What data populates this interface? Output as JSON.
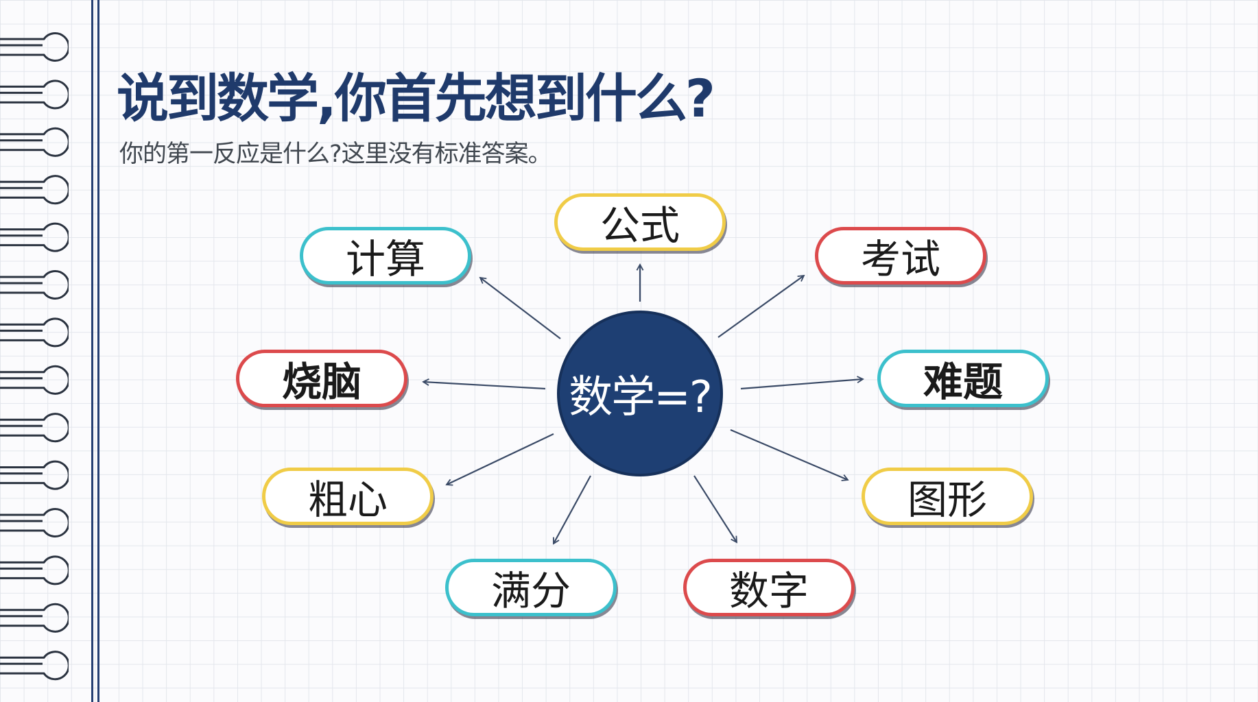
{
  "title": "说到数学,你首先想到什么?",
  "subtitle": "你的第一反应是什么?这里没有标准答案。",
  "center": {
    "label": "数学=?"
  },
  "colors": {
    "cyan": "#3cc0cc",
    "yellow": "#f0cc47",
    "red": "#dc4a4c",
    "navy": "#1e3f73"
  },
  "nodes": [
    {
      "label": "公式",
      "color": "yellow",
      "bold": false
    },
    {
      "label": "计算",
      "color": "cyan",
      "bold": false
    },
    {
      "label": "考试",
      "color": "red",
      "bold": false
    },
    {
      "label": "烧脑",
      "color": "red",
      "bold": true
    },
    {
      "label": "难题",
      "color": "cyan",
      "bold": true
    },
    {
      "label": "粗心",
      "color": "yellow",
      "bold": false
    },
    {
      "label": "图形",
      "color": "yellow",
      "bold": false
    },
    {
      "label": "满分",
      "color": "cyan",
      "bold": false
    },
    {
      "label": "数字",
      "color": "red",
      "bold": false
    }
  ]
}
